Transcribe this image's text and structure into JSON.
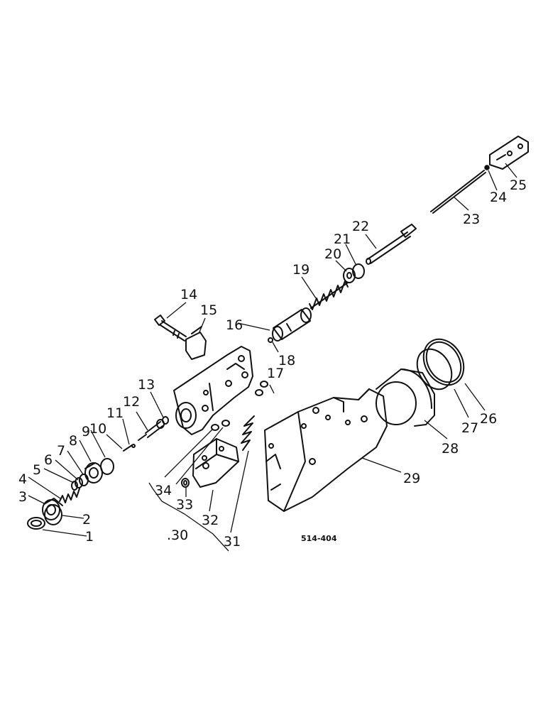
{
  "figure_code": "514-404",
  "callouts": [
    {
      "id": "1",
      "text": "1"
    },
    {
      "id": "2",
      "text": "2"
    },
    {
      "id": "3",
      "text": "3"
    },
    {
      "id": "4",
      "text": "4"
    },
    {
      "id": "5",
      "text": "5"
    },
    {
      "id": "6",
      "text": "6"
    },
    {
      "id": "7",
      "text": "7"
    },
    {
      "id": "8",
      "text": "8"
    },
    {
      "id": "9",
      "text": "9"
    },
    {
      "id": "10",
      "text": "10"
    },
    {
      "id": "11",
      "text": "11"
    },
    {
      "id": "12",
      "text": "12"
    },
    {
      "id": "13",
      "text": "13"
    },
    {
      "id": "14",
      "text": "14"
    },
    {
      "id": "15",
      "text": "15"
    },
    {
      "id": "16",
      "text": "16"
    },
    {
      "id": "17",
      "text": "17"
    },
    {
      "id": "18",
      "text": "18"
    },
    {
      "id": "19",
      "text": "19"
    },
    {
      "id": "20",
      "text": "20"
    },
    {
      "id": "21",
      "text": "21"
    },
    {
      "id": "22",
      "text": "22"
    },
    {
      "id": "23",
      "text": "23"
    },
    {
      "id": "24",
      "text": "24"
    },
    {
      "id": "25",
      "text": "25"
    },
    {
      "id": "26",
      "text": "26"
    },
    {
      "id": "27",
      "text": "27"
    },
    {
      "id": "28",
      "text": "28"
    },
    {
      "id": "29",
      "text": "29"
    },
    {
      "id": "30",
      "text": ".30"
    },
    {
      "id": "31",
      "text": "31"
    },
    {
      "id": "32",
      "text": "32"
    },
    {
      "id": "33",
      "text": "33"
    },
    {
      "id": "34",
      "text": "34"
    }
  ]
}
